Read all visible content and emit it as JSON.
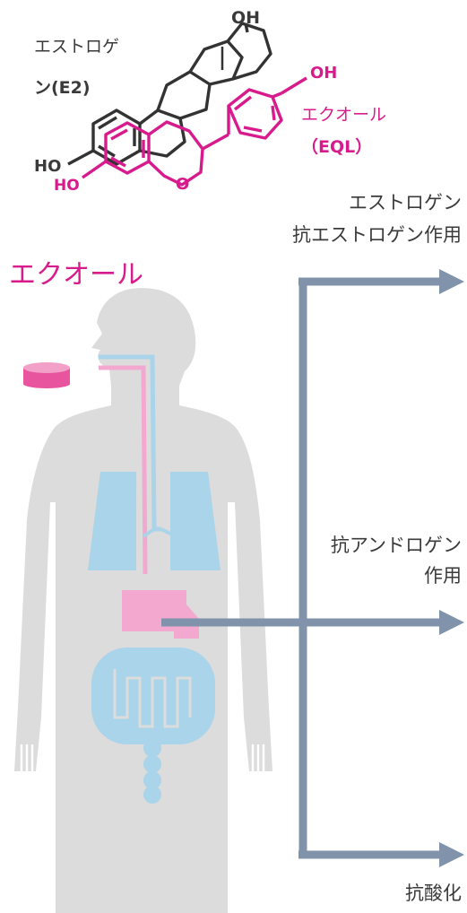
{
  "estrogen": {
    "label_line1": "エストロゲ",
    "label_line2": "ン(E2)",
    "oh_top": "OH",
    "ho_left": "HO"
  },
  "equol": {
    "label_line1": "エクオール",
    "label_line2": "（EQL）",
    "oh_right": "OH",
    "ho_left": "HO",
    "ring_o": "O",
    "heading": "エクオール"
  },
  "effects": {
    "estrogenic_line1": "エストロゲン",
    "estrogenic_line2": "抗エストロゲン作用",
    "antiandrogen_line1": "抗アンドロゲン",
    "antiandrogen_line2": "作用",
    "antioxidant": "抗酸化"
  },
  "colors": {
    "estrogen_structure": "#333333",
    "equol_structure": "#d81b8c",
    "arrow": "#8193ab",
    "body": "#dcdcdc",
    "organ_blue": "#a9d4ea",
    "organ_pink": "#f3a9cf",
    "tablet": "#e8559e"
  }
}
